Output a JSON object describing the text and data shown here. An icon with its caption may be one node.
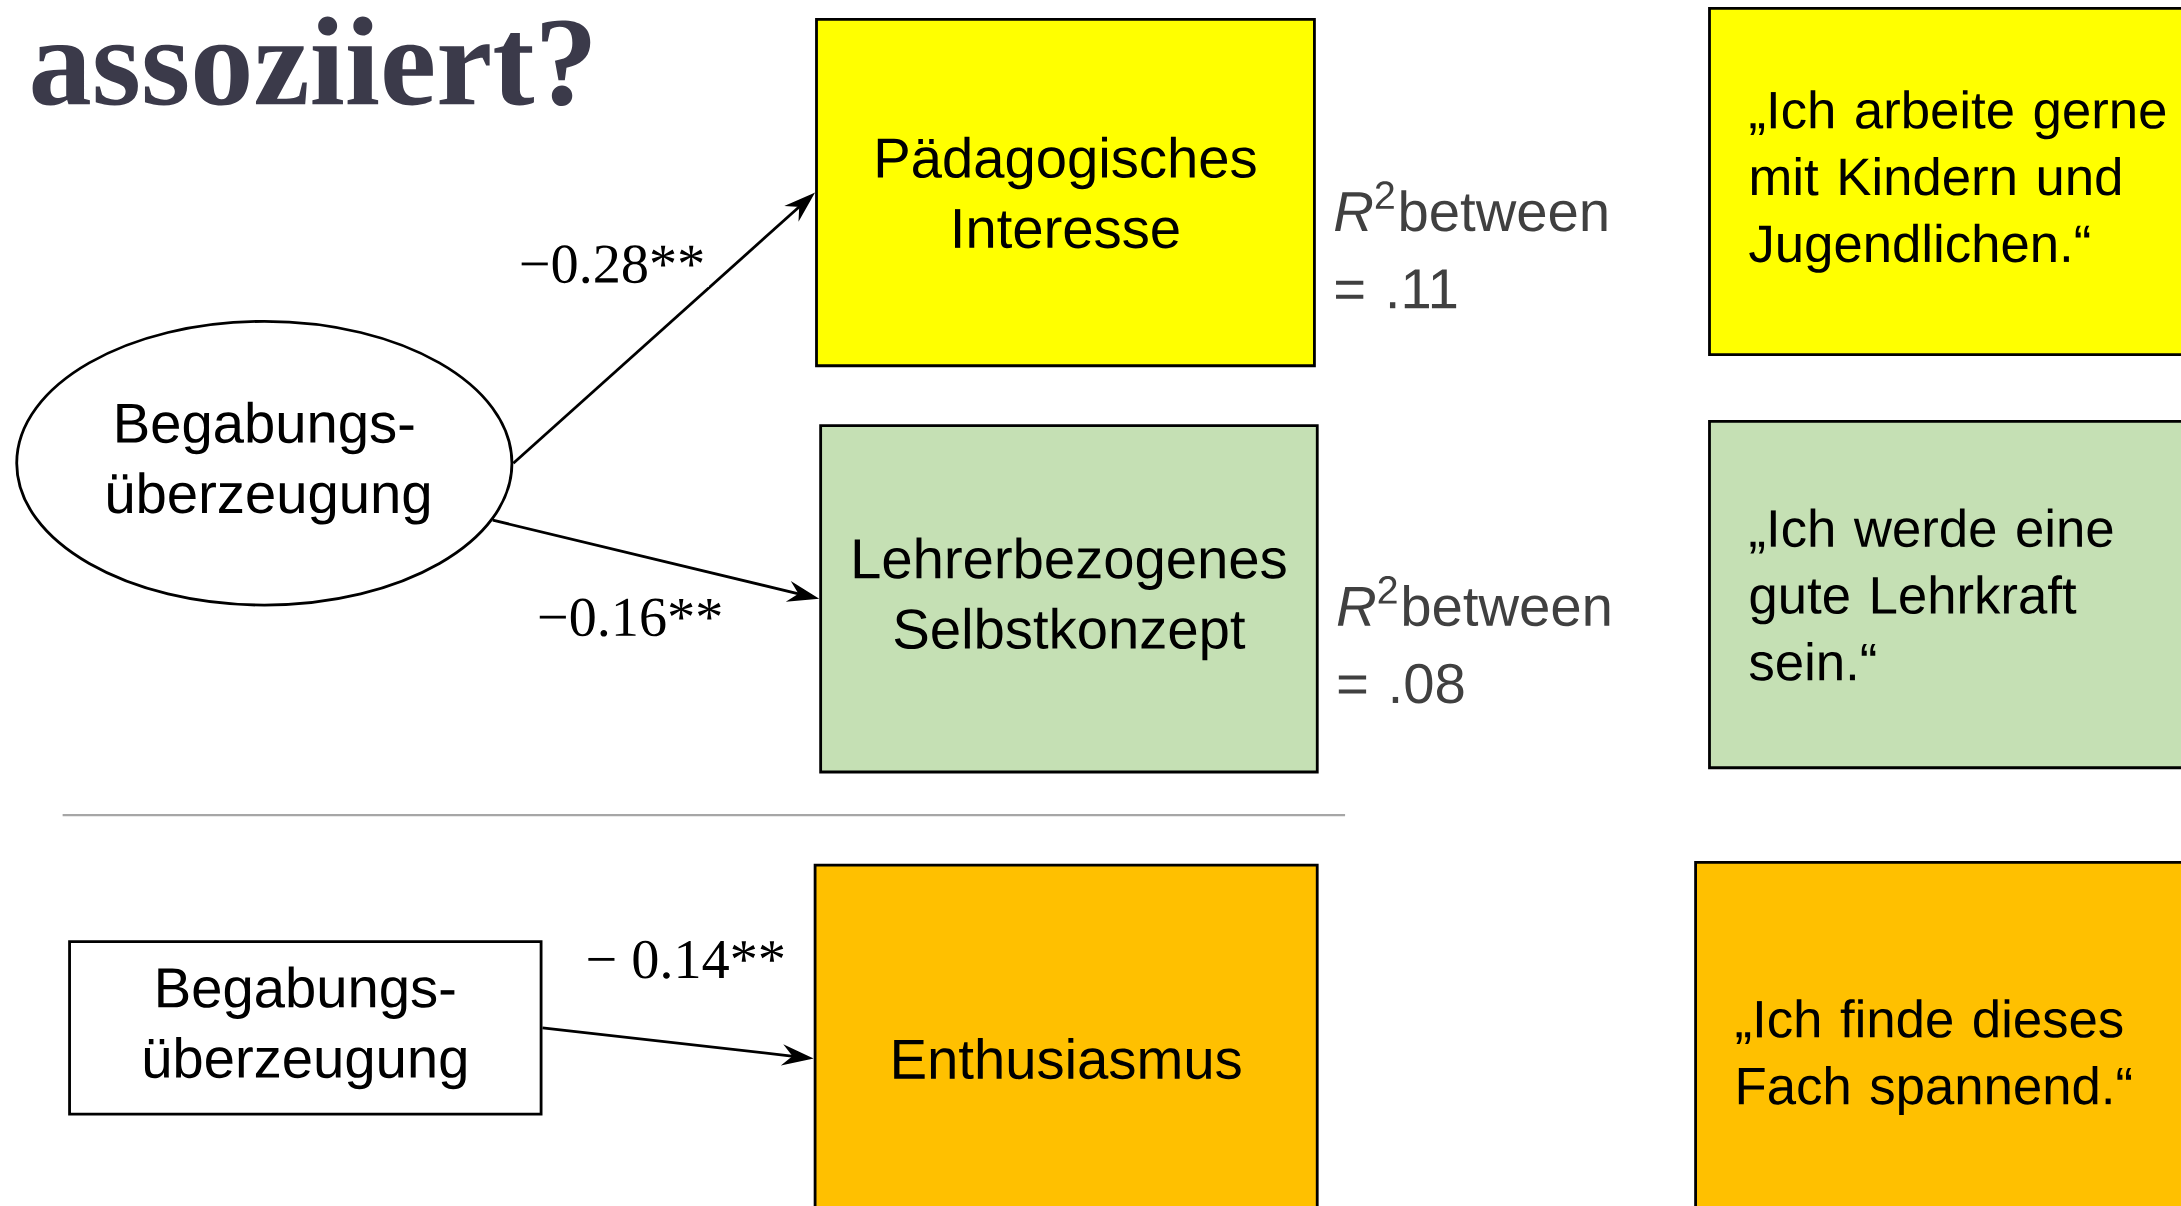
{
  "diagram": {
    "title": "assoziiert?",
    "nodes": [
      {
        "text": [
          "Begabungs- überzeugung"
        ]
      },
      {
        "text": [
          "Pädagogisches Interesse"
        ],
        "beside": [
          "*R*$^{2}$between = .11"
        ]
      },
      {
        "text": [
          "Lehrerbezogenes Selbstkonzept"
        ],
        "beside": [
          "*R*$^{2}$between = .08"
        ]
      },
      {
        "text": [
          "„Ich arbeite gerne mit Kindern und Jugendlichen.“"
        ]
      },
      {
        "text": [
          "„Ich werde eine gute Lehrkraft sein.“"
        ]
      },
      {
        "text": [
          "Begabungs- überzeugung"
        ]
      },
      {
        "text": [
          "Enthusiasmus"
        ]
      },
      {
        "text": [
          "„Ich finde dieses Fach spannend.“"
        ]
      }
    ],
    "edges": [
      {
        "from": 0,
        "to": 1,
        "arrow": "to",
        "label": "−0.28**"
      },
      {
        "from": 0,
        "to": 2,
        "arrow": "to",
        "label": "−0.16**"
      },
      {
        "from": 5,
        "to": 6,
        "arrow": "to",
        "label": "− 0.14**"
      }
    ]
  }
}
